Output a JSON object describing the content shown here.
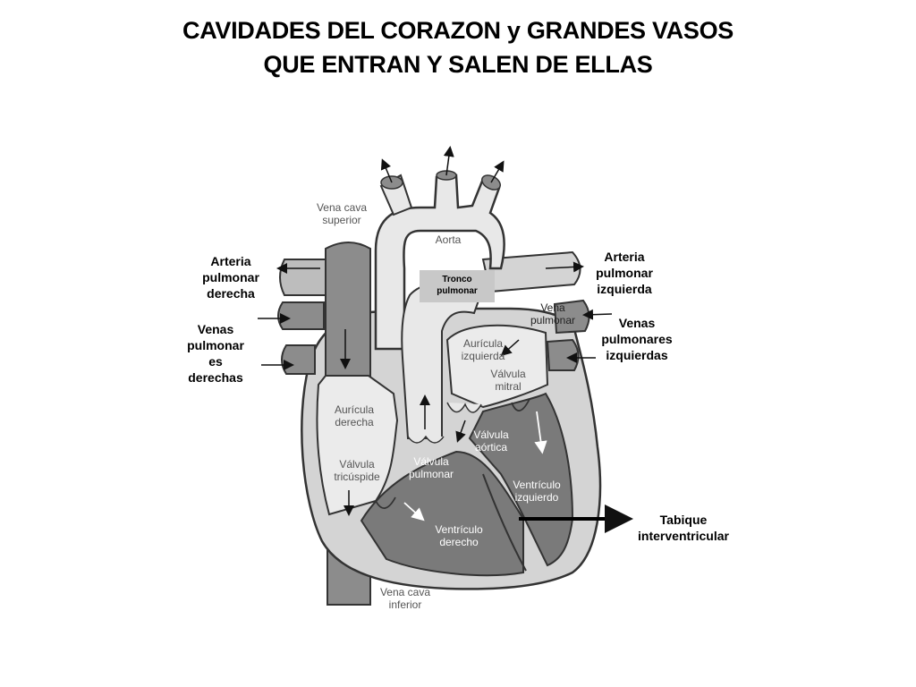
{
  "title": {
    "line1": "CAVIDADES DEL CORAZON y GRANDES VASOS",
    "line2": "QUE ENTRAN Y SALEN DE ELLAS"
  },
  "outer_labels": {
    "arteria_pulmonar_derecha": [
      "Arteria",
      "pulmonar",
      "derecha"
    ],
    "venas_pulmonares_derechas": [
      "Venas",
      "pulmonar",
      "es",
      "derechas"
    ],
    "arteria_pulmonar_izquierda": [
      "Arteria",
      "pulmonar",
      "izquierda"
    ],
    "venas_pulmonares_izquierdas": [
      "Venas",
      "pulmonares",
      "izquierdas"
    ],
    "tabique": [
      "Tabique",
      "interventricular"
    ]
  },
  "tronco_label": [
    "Tronco",
    "pulmonar"
  ],
  "inner_labels": {
    "vena_cava_superior": [
      "Vena cava",
      "superior"
    ],
    "aorta": "Aorta",
    "vena_pulmonar": [
      "Vena",
      "pulmonar"
    ],
    "auricula_izquierda": [
      "Aurícula",
      "izquierda"
    ],
    "valvula_mitral": [
      "Válvula",
      "mitral"
    ],
    "auricula_derecha": [
      "Aurícula",
      "derecha"
    ],
    "valvula_aortica": [
      "Válvula",
      "aórtica"
    ],
    "valvula_tricuspide": [
      "Válvula",
      "tricúspide"
    ],
    "valvula_pulmonar": [
      "Válvula",
      "pulmonar"
    ],
    "ventriculo_izquierdo": [
      "Ventrículo",
      "izquierdo"
    ],
    "ventriculo_derecho": [
      "Ventrículo",
      "derecho"
    ],
    "vena_cava_inferior": [
      "Vena cava",
      "inferior"
    ]
  },
  "colors": {
    "wall": "#d4d4d4",
    "dark_chamber": "#7a7a7a",
    "light_chamber": "#ebebeb",
    "vessel_dark": "#8c8c8c",
    "outline": "#333333"
  }
}
